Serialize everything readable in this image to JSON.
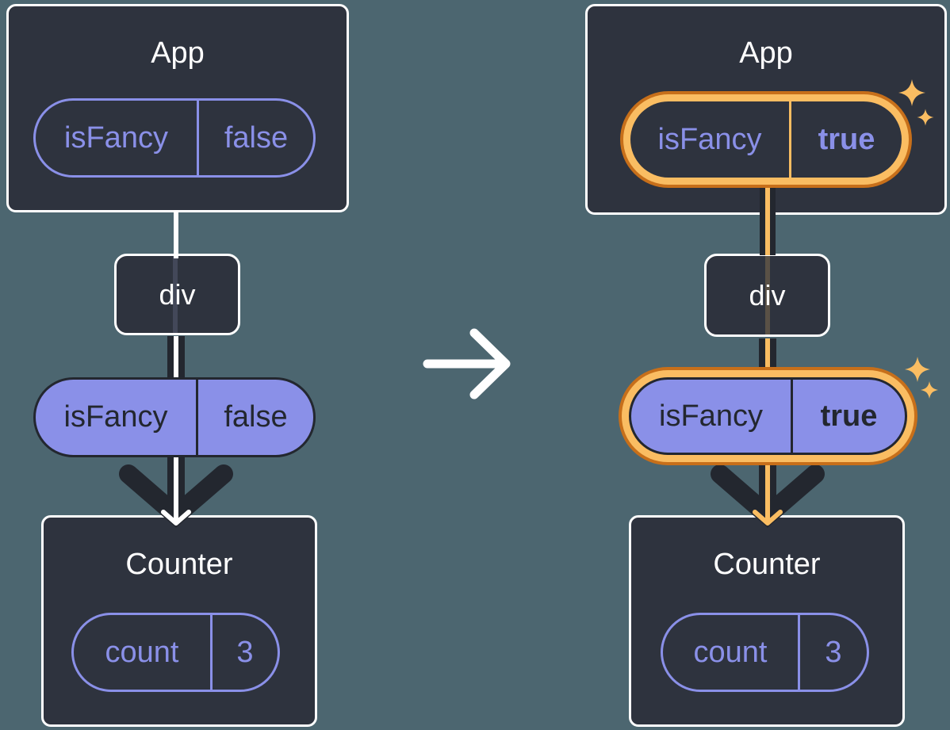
{
  "colors": {
    "background": "#4C6670",
    "box_fill": "#2E333E",
    "box_border": "#FFFFFF",
    "accent_purple": "#8A90E8",
    "accent_orange_light": "#FABD62",
    "accent_orange_dark": "#C76F1A",
    "arrow_dark": "#23272F",
    "arrow_light": "#FFFFFF"
  },
  "before_tree": {
    "app": {
      "title": "App",
      "prop": {
        "name": "isFancy",
        "value": "false"
      }
    },
    "div_node": {
      "label": "div"
    },
    "passed_prop": {
      "name": "isFancy",
      "value": "false"
    },
    "counter": {
      "title": "Counter",
      "state": {
        "name": "count",
        "value": "3"
      }
    }
  },
  "after_tree": {
    "app": {
      "title": "App",
      "prop": {
        "name": "isFancy",
        "value": "true"
      }
    },
    "div_node": {
      "label": "div"
    },
    "passed_prop": {
      "name": "isFancy",
      "value": "true"
    },
    "counter": {
      "title": "Counter",
      "state": {
        "name": "count",
        "value": "3"
      }
    }
  },
  "icons": {
    "transition_arrow": "right-arrow",
    "sparkles": "four-point-stars"
  }
}
